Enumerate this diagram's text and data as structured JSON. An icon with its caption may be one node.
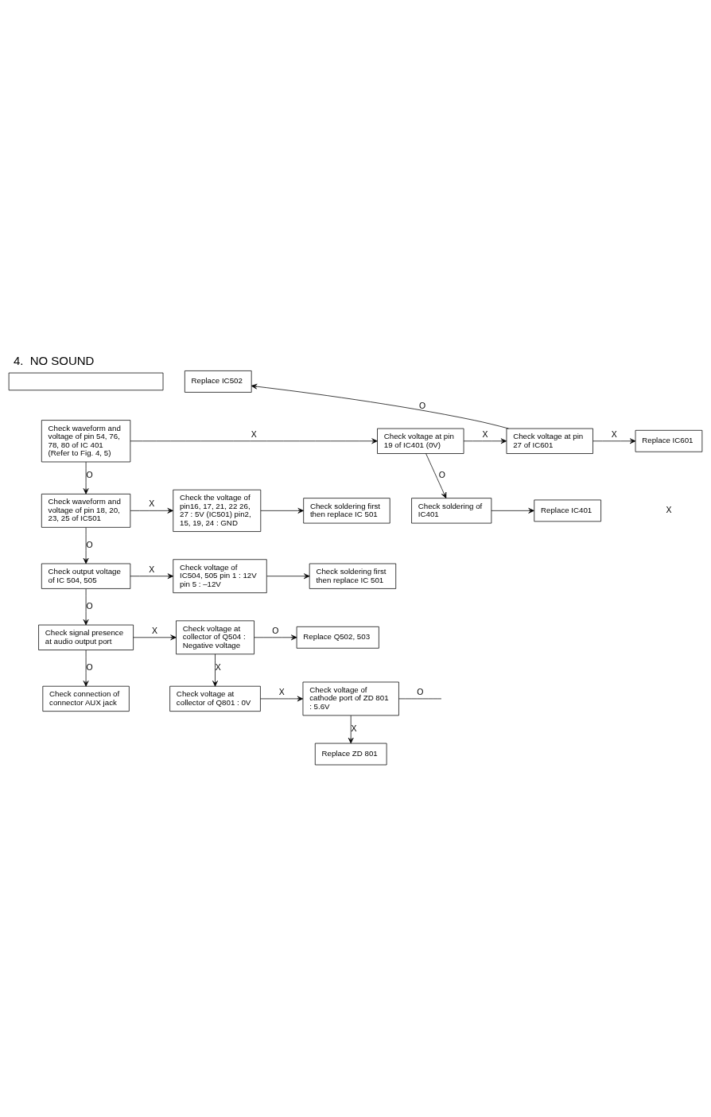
{
  "diagram": {
    "title": "4.  NO SOUND",
    "nodes": [
      {
        "text": [],
        "shape": "box"
      },
      {
        "text": [
          "Check waveform and voltage of pin 54, 76, 78, 80 of IC 401 (Refer to Fig. 4, 5)"
        ]
      },
      {
        "text": [
          "Check voltage at pin 19 of IC401 (0V)"
        ]
      },
      {
        "text": [
          "Check voltage at pin 27 of IC601"
        ]
      },
      {
        "text": [
          "Replace IC502"
        ]
      },
      {
        "text": [
          "Replace IC601"
        ]
      },
      {
        "text": [
          "Check soldering of IC401"
        ]
      },
      {
        "text": [
          "Replace IC401"
        ]
      },
      {
        "text": [
          "Check waveform and voltage of pin 18, 20, 23, 25 of IC501"
        ]
      },
      {
        "text": [
          "Check the voltage of pin16, 17, 21, 22 26, 27 : 5V (IC501) pin2, 15, 19, 24 : GND"
        ]
      },
      {
        "text": [
          "Check soldering first then replace IC 501"
        ]
      },
      {
        "text": [
          "Check output voltage of IC 504, 505"
        ]
      },
      {
        "text": [
          "Check voltage of IC504, 505 pin 1 : 12V pin 5 : –12V"
        ]
      },
      {
        "text": [
          "Check soldering first then replace IC 501"
        ]
      },
      {
        "text": [
          "Check signal presence at audio output port"
        ]
      },
      {
        "text": [
          "Check voltage at collector of Q504 : Negative voltage"
        ]
      },
      {
        "text": [
          "Replace Q502, 503"
        ]
      },
      {
        "text": [
          "Check connection of connector AUX jack"
        ]
      },
      {
        "text": [
          "Check voltage at collector of Q801 : 0V"
        ]
      },
      {
        "text": [
          "Check voltage of cathode port of ZD 801 : 5.6V"
        ]
      },
      {
        "text": [
          "Replace ZD 801"
        ]
      }
    ],
    "edges": [
      {
        "from": 1,
        "to": 2,
        "arrow": "to",
        "label": "X"
      },
      {
        "from": 2,
        "to": 3,
        "arrow": "to",
        "label": "X"
      },
      {
        "from": 3,
        "to": 4,
        "arrow": "to",
        "label": "O"
      },
      {
        "from": 3,
        "to": 5,
        "arrow": "to",
        "label": "X"
      },
      {
        "from": 2,
        "to": 6,
        "arrow": "to",
        "label": "O"
      },
      {
        "from": 6,
        "to": 7,
        "arrow": "to"
      },
      {
        "from": 1,
        "to": 8,
        "arrow": "to",
        "label": "O"
      },
      {
        "from": 8,
        "to": 9,
        "arrow": "to",
        "label": "X"
      },
      {
        "from": 9,
        "to": 10,
        "arrow": "to"
      },
      {
        "from": 8,
        "to": 11,
        "arrow": "to",
        "label": "O"
      },
      {
        "from": 11,
        "to": 12,
        "arrow": "to",
        "label": "X"
      },
      {
        "from": 12,
        "to": 13,
        "arrow": "to"
      },
      {
        "from": 11,
        "to": 14,
        "arrow": "to",
        "label": "O"
      },
      {
        "from": 14,
        "to": 15,
        "arrow": "to",
        "label": "X"
      },
      {
        "from": 15,
        "to": 16,
        "arrow": "to",
        "label": "O"
      },
      {
        "from": 14,
        "to": 17,
        "arrow": "to",
        "label": "O"
      },
      {
        "from": 15,
        "to": 18,
        "arrow": "to",
        "label": "X"
      },
      {
        "from": 18,
        "to": 19,
        "arrow": "to",
        "label": "X"
      },
      {
        "from": 19,
        "to": null,
        "arrow": "none",
        "label": "O"
      },
      {
        "from": 19,
        "to": 20,
        "arrow": "to",
        "label": "X"
      }
    ],
    "labels": [
      "X"
    ]
  }
}
